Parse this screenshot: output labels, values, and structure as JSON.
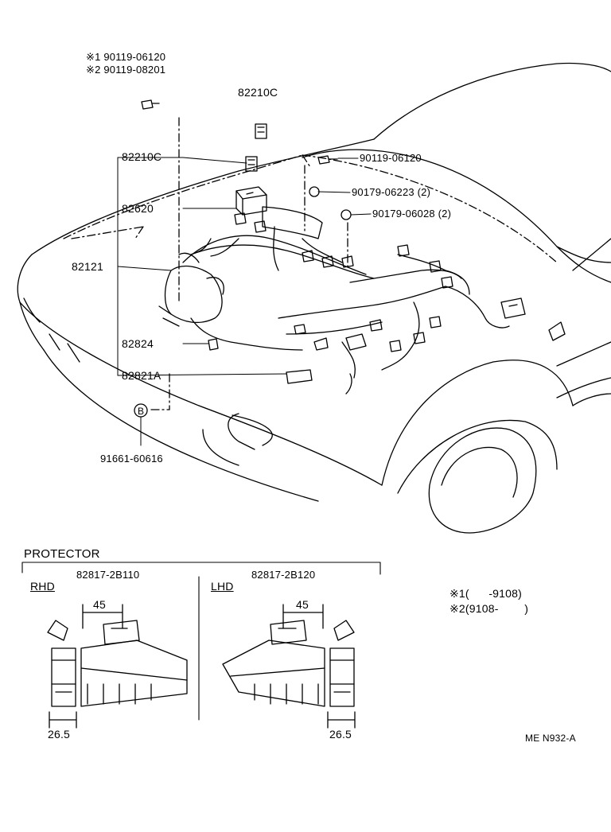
{
  "diagram": {
    "parts": {
      "note_1": "※1 90119-06120",
      "note_2": "※2 90119-08201",
      "p_82210c_top": "82210C",
      "p_82210c_left": "82210C",
      "p_90119_06120": "90119-06120",
      "p_90179_06223": "90179-06223 (2)",
      "p_90179_06028": "90179-06028 (2)",
      "p_82620": "82620",
      "p_82121": "82121",
      "p_82824": "82824",
      "p_82821a": "82821A",
      "ref_b": "B",
      "p_91661": "91661-60616"
    },
    "protector": {
      "title": "PROTECTOR",
      "rhd_part": "82817-2B110",
      "lhd_part": "82817-2B120",
      "rhd_label": "RHD",
      "lhd_label": "LHD",
      "dim_45_rhd": "45",
      "dim_45_lhd": "45",
      "dim_265_rhd": "26.5",
      "dim_265_lhd": "26.5"
    },
    "legend": {
      "line1": "※1(      -9108)",
      "line2": "※2(9108-        )"
    },
    "code": "ME N932-A"
  }
}
